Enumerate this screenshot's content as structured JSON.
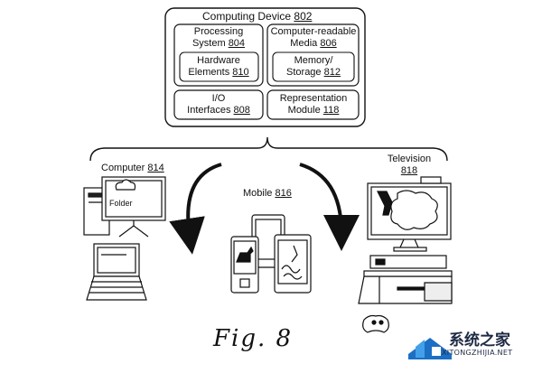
{
  "computing_device": {
    "label": "Computing Device ",
    "ref": "802"
  },
  "processing_system": {
    "line1": "Processing",
    "line2": "System ",
    "ref": "804"
  },
  "hardware_elements": {
    "line1": "Hardware",
    "line2": "Elements ",
    "ref": "810"
  },
  "crm": {
    "line1": "Computer-readable",
    "line2": "Media ",
    "ref": "806"
  },
  "memory_storage": {
    "line1": "Memory/",
    "line2": "Storage ",
    "ref": "812"
  },
  "io_interfaces": {
    "line1": "I/O",
    "line2": "Interfaces ",
    "ref": "808"
  },
  "representation_module": {
    "line1": "Representation",
    "line2": "Module ",
    "ref": "118"
  },
  "computer": {
    "label": "Computer ",
    "ref": "814",
    "screen_text": "Folder"
  },
  "mobile": {
    "label": "Mobile ",
    "ref": "816"
  },
  "television": {
    "label": "Television",
    "ref": "818"
  },
  "caption": "Fig. 8",
  "watermark": {
    "title": "系统之家",
    "subtitle": "XITONGZHIJIA.NET"
  }
}
